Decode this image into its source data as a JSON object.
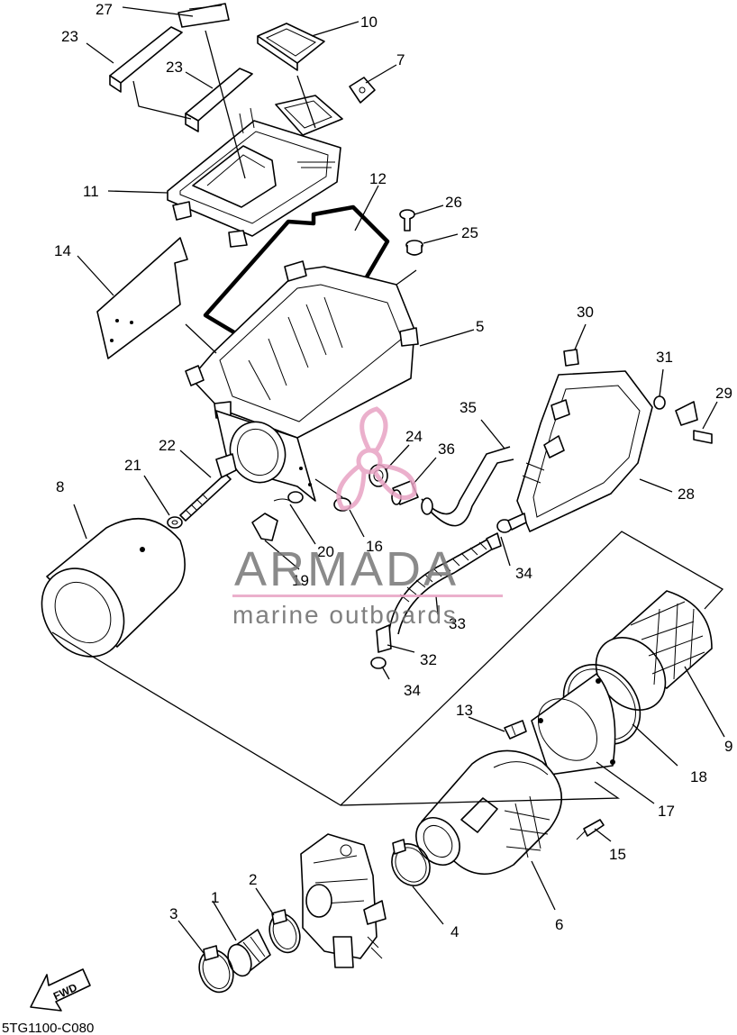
{
  "watermark": {
    "brand": "ARMADA",
    "tagline": "marine outboards",
    "accent_color": "#e8a3c4",
    "icon": "propeller-icon"
  },
  "diagram_code": "5TG1100-C080",
  "fwd_label": "FWD",
  "callouts": {
    "c1": "1",
    "c2": "2",
    "c3": "3",
    "c4": "4",
    "c5": "5",
    "c6": "6",
    "c7": "7",
    "c8": "8",
    "c9": "9",
    "c10": "10",
    "c11": "11",
    "c12": "12",
    "c13": "13",
    "c14": "14",
    "c15": "15",
    "c16": "16",
    "c17": "17",
    "c18": "18",
    "c19": "19",
    "c20": "20",
    "c21": "21",
    "c22": "22",
    "c23a": "23",
    "c23b": "23",
    "c24": "24",
    "c25": "25",
    "c26": "26",
    "c27": "27",
    "c28": "28",
    "c29": "29",
    "c30": "30",
    "c31": "31",
    "c32": "32",
    "c33": "33",
    "c34a": "34",
    "c34b": "34",
    "c35": "35",
    "c36": "36"
  }
}
